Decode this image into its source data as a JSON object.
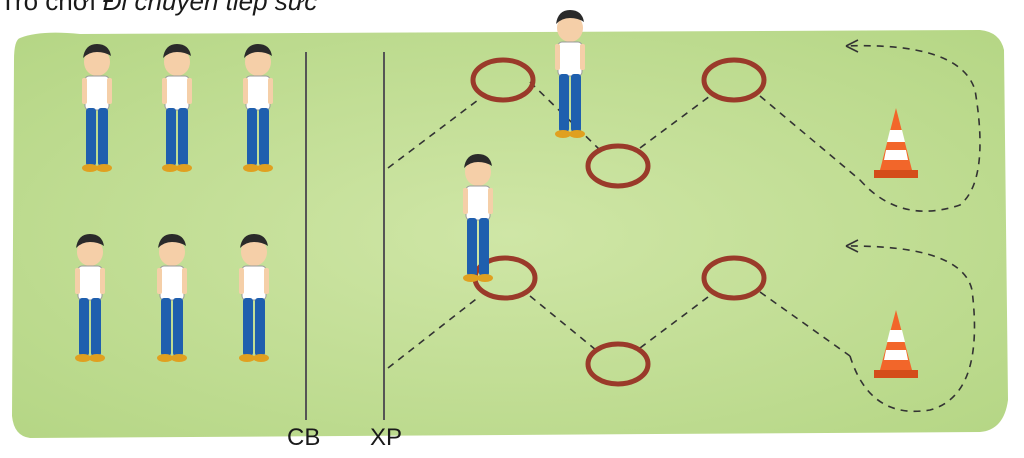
{
  "caption": {
    "prefix": "Trò chơi ",
    "title": "Đi chuyển tiếp sức"
  },
  "lines": {
    "start_label": "CB",
    "go_label": "XP"
  },
  "colors": {
    "field": "#b9d98a",
    "field_light": "#cfe6a6",
    "ring": "#9a3a2a",
    "cone": "#f2662a",
    "shirt": "#ffffff",
    "pants": "#1f5fae",
    "hair": "#2a2a2a",
    "skin": "#f5cfa8",
    "line": "#555555"
  },
  "icons": {
    "cone": "traffic-cone-icon",
    "ring": "hoop-ring-icon",
    "child": "child-figure-icon"
  }
}
